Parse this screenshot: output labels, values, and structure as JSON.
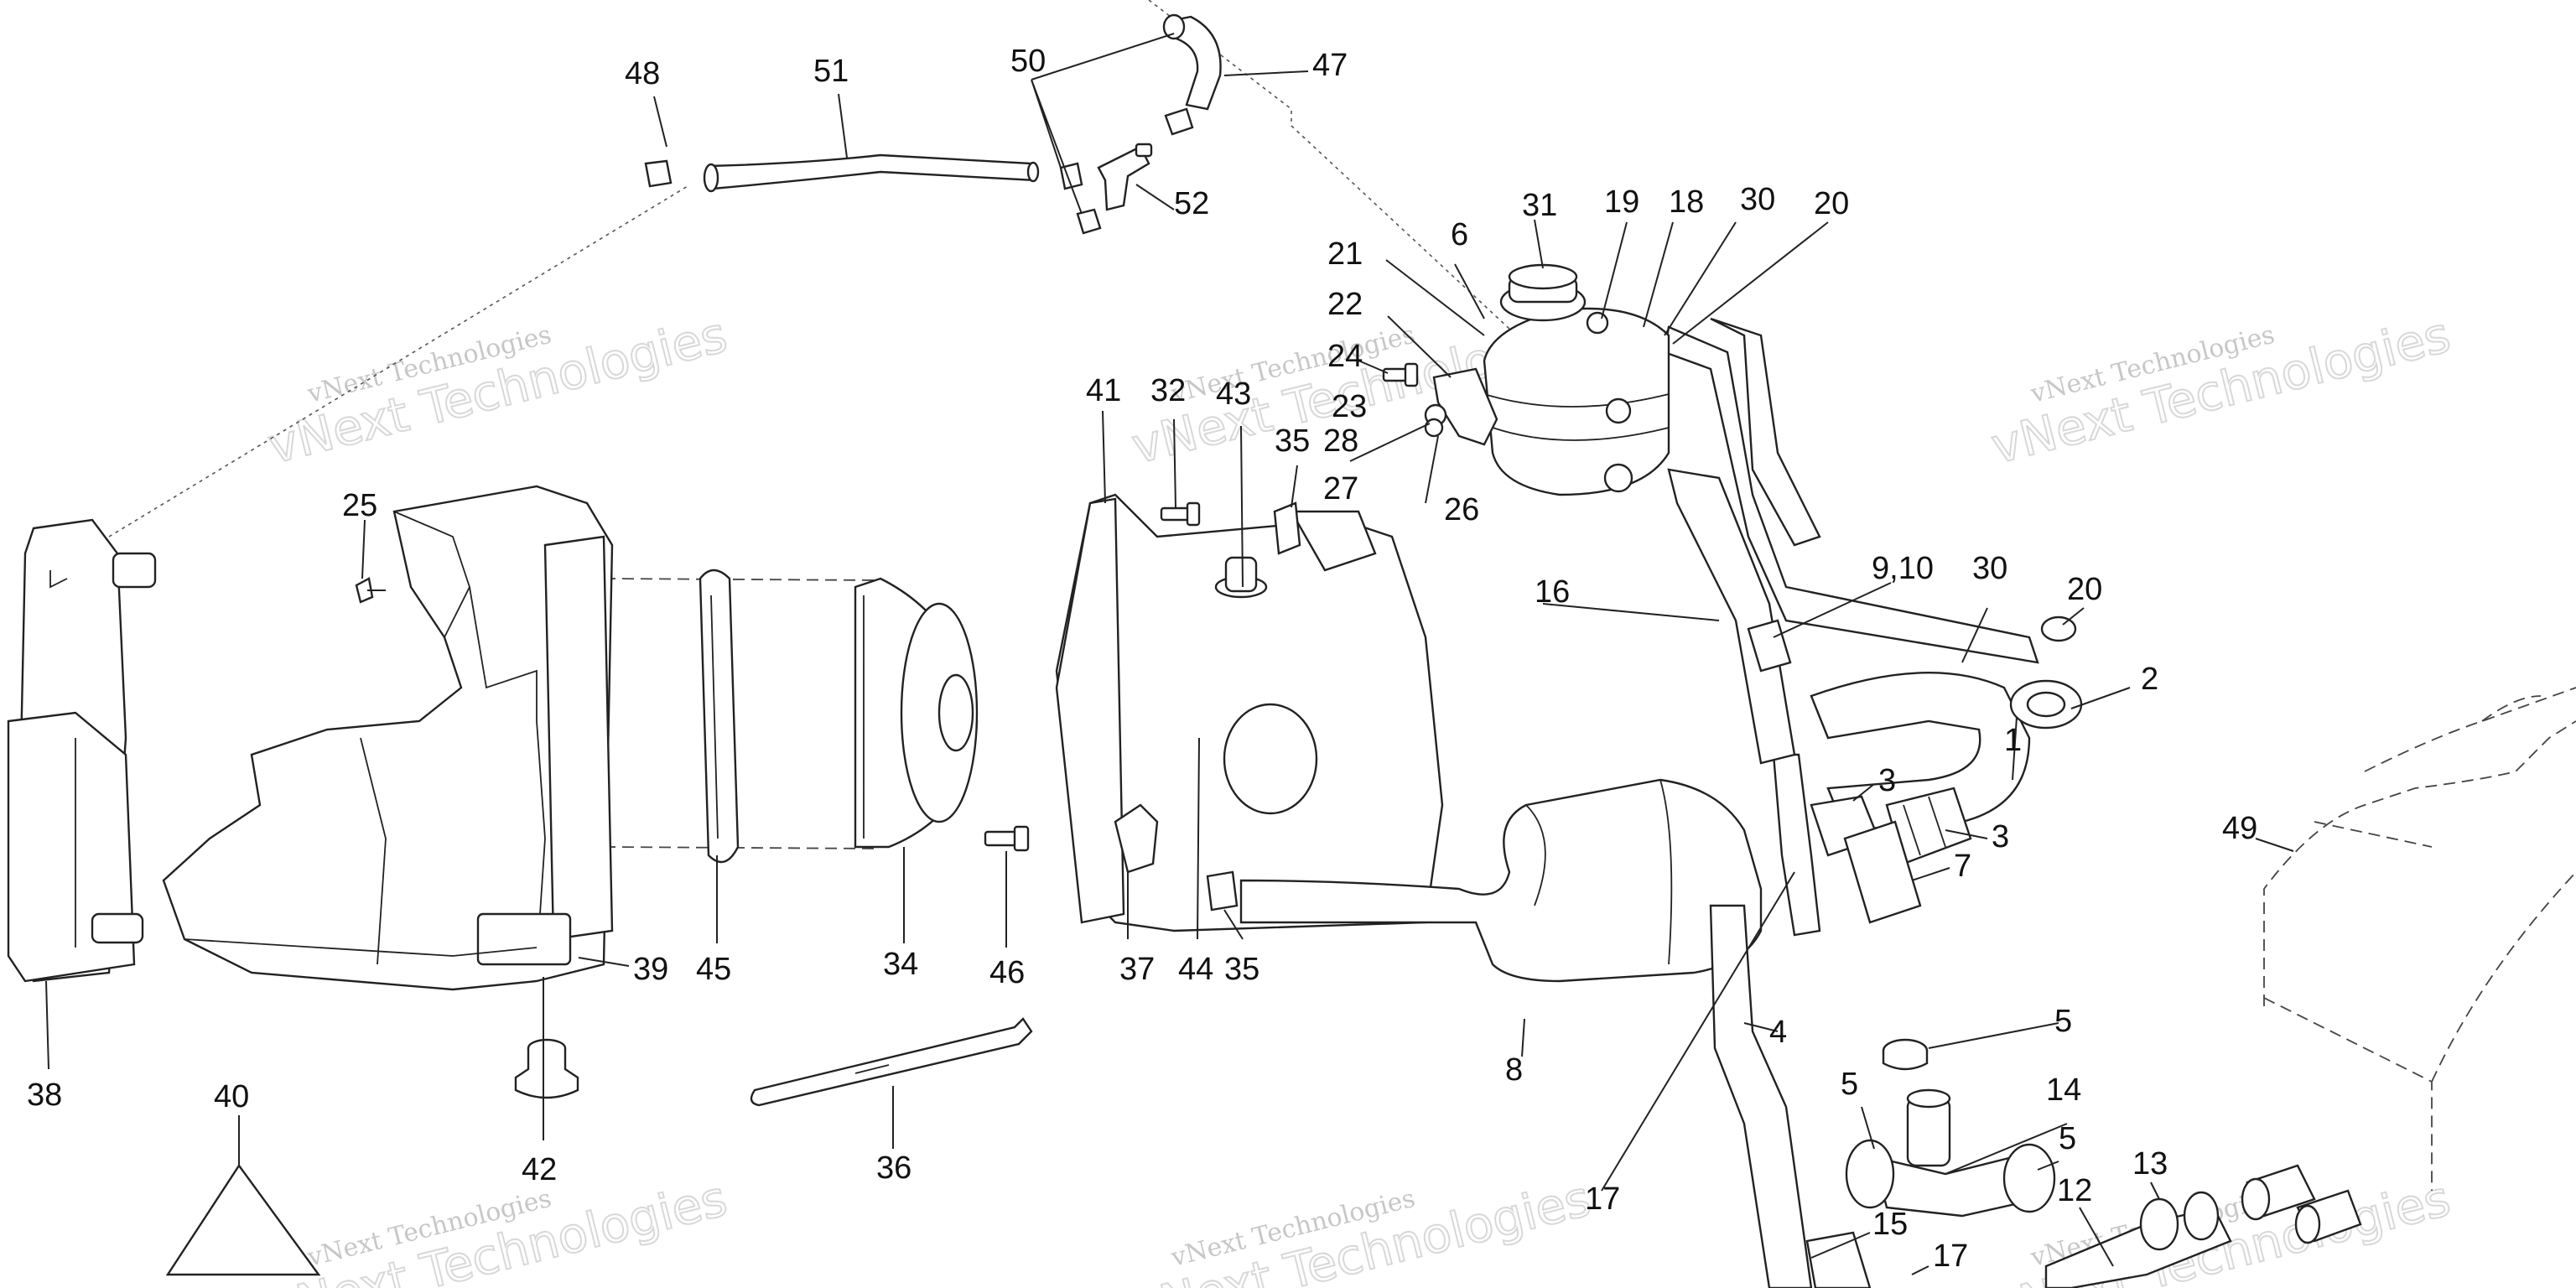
{
  "watermarks": [
    {
      "line1": "vNext Technologies",
      "line2": "vNext Technologies"
    },
    {
      "line1": "vNext Technologies",
      "line2": "vNext Technologies"
    },
    {
      "line1": "vNext Technologies",
      "line2": "vNext Technologies"
    },
    {
      "line1": "vNext Technologies",
      "line2": "vNext Technologies"
    },
    {
      "line1": "vNext Technologies",
      "line2": "vNext Technologies"
    },
    {
      "line1": "vNext Technologies",
      "line2": "vNext Technologies"
    }
  ],
  "callouts": {
    "c1": "1",
    "c2": "2",
    "c3a": "3",
    "c3b": "3",
    "c4": "4",
    "c5a": "5",
    "c5b": "5",
    "c5c": "5",
    "c6": "6",
    "c7": "7",
    "c8": "8",
    "c910": "9,10",
    "c12": "12",
    "c13": "13",
    "c14": "14",
    "c15": "15",
    "c16": "16",
    "c17a": "17",
    "c17b": "17",
    "c18": "18",
    "c19": "19",
    "c20a": "20",
    "c20b": "20",
    "c21": "21",
    "c22": "22",
    "c23": "23",
    "c24": "24",
    "c25": "25",
    "c26": "26",
    "c27": "27",
    "c28": "28",
    "c30a": "30",
    "c30b": "30",
    "c31": "31",
    "c32": "32",
    "c34": "34",
    "c35a": "35",
    "c35b": "35",
    "c36": "36",
    "c37": "37",
    "c38": "38",
    "c39": "39",
    "c40": "40",
    "c41": "41",
    "c42": "42",
    "c43": "43",
    "c44": "44",
    "c45": "45",
    "c46": "46",
    "c47": "47",
    "c48": "48",
    "c49": "49",
    "c50": "50",
    "c51": "51",
    "c52": "52"
  }
}
